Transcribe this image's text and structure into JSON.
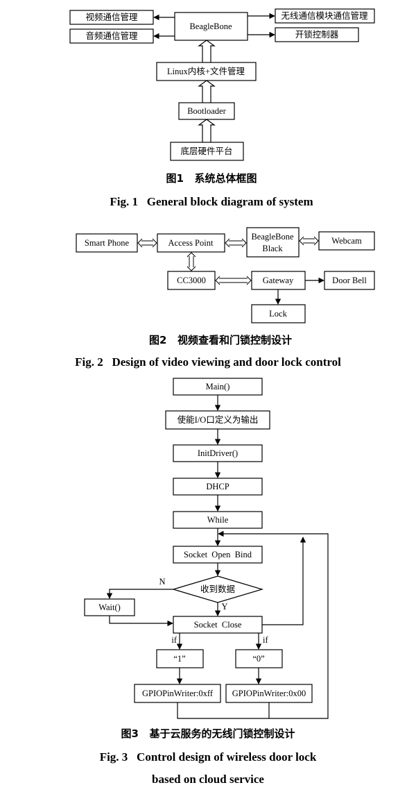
{
  "fig1": {
    "left_top": "视频通信管理",
    "left_bottom": "音频通信管理",
    "center": "BeagleBone",
    "right_top": "无线通信模块通信管理",
    "right_bottom": "开锁控制器",
    "linux": "Linux内核+文件管理",
    "bootloader": "Bootloader",
    "hardware": "底层硬件平台",
    "caption_cn": "图1   系统总体框图",
    "caption_en": "Fig. 1   General block diagram of system"
  },
  "fig2": {
    "smart_phone": "Smart Phone",
    "access_point": "Access Point",
    "bbb_line1": "BeagleBone",
    "bbb_line2": "Black",
    "webcam": "Webcam",
    "cc3000": "CC3000",
    "gateway": "Gateway",
    "door_bell": "Door Bell",
    "lock": "Lock",
    "caption_cn": "图2   视频查看和门锁控制设计",
    "caption_en": "Fig. 2   Design of video viewing and door lock control"
  },
  "fig3": {
    "main": "Main()",
    "enable_io": "使能I/O口定义为输出",
    "init_driver": "InitDriver()",
    "dhcp": "DHCP",
    "while": "While",
    "socket_open": "Socket  Open  Bind",
    "receive": "收到数据",
    "n_label": "N",
    "y_label": "Y",
    "wait": "Wait()",
    "socket_close": "Socket  Close",
    "if_left": "if",
    "if_right": "if",
    "val_one": "“1”",
    "val_zero": "“0”",
    "gpio_ff": "GPIOPinWriter:0xff",
    "gpio_00": "GPIOPinWriter:0x00",
    "caption_cn": "图3   基于云服务的无线门锁控制设计",
    "caption_en_line1": "Fig. 3   Control design of wireless door lock",
    "caption_en_line2": "based on cloud service"
  }
}
